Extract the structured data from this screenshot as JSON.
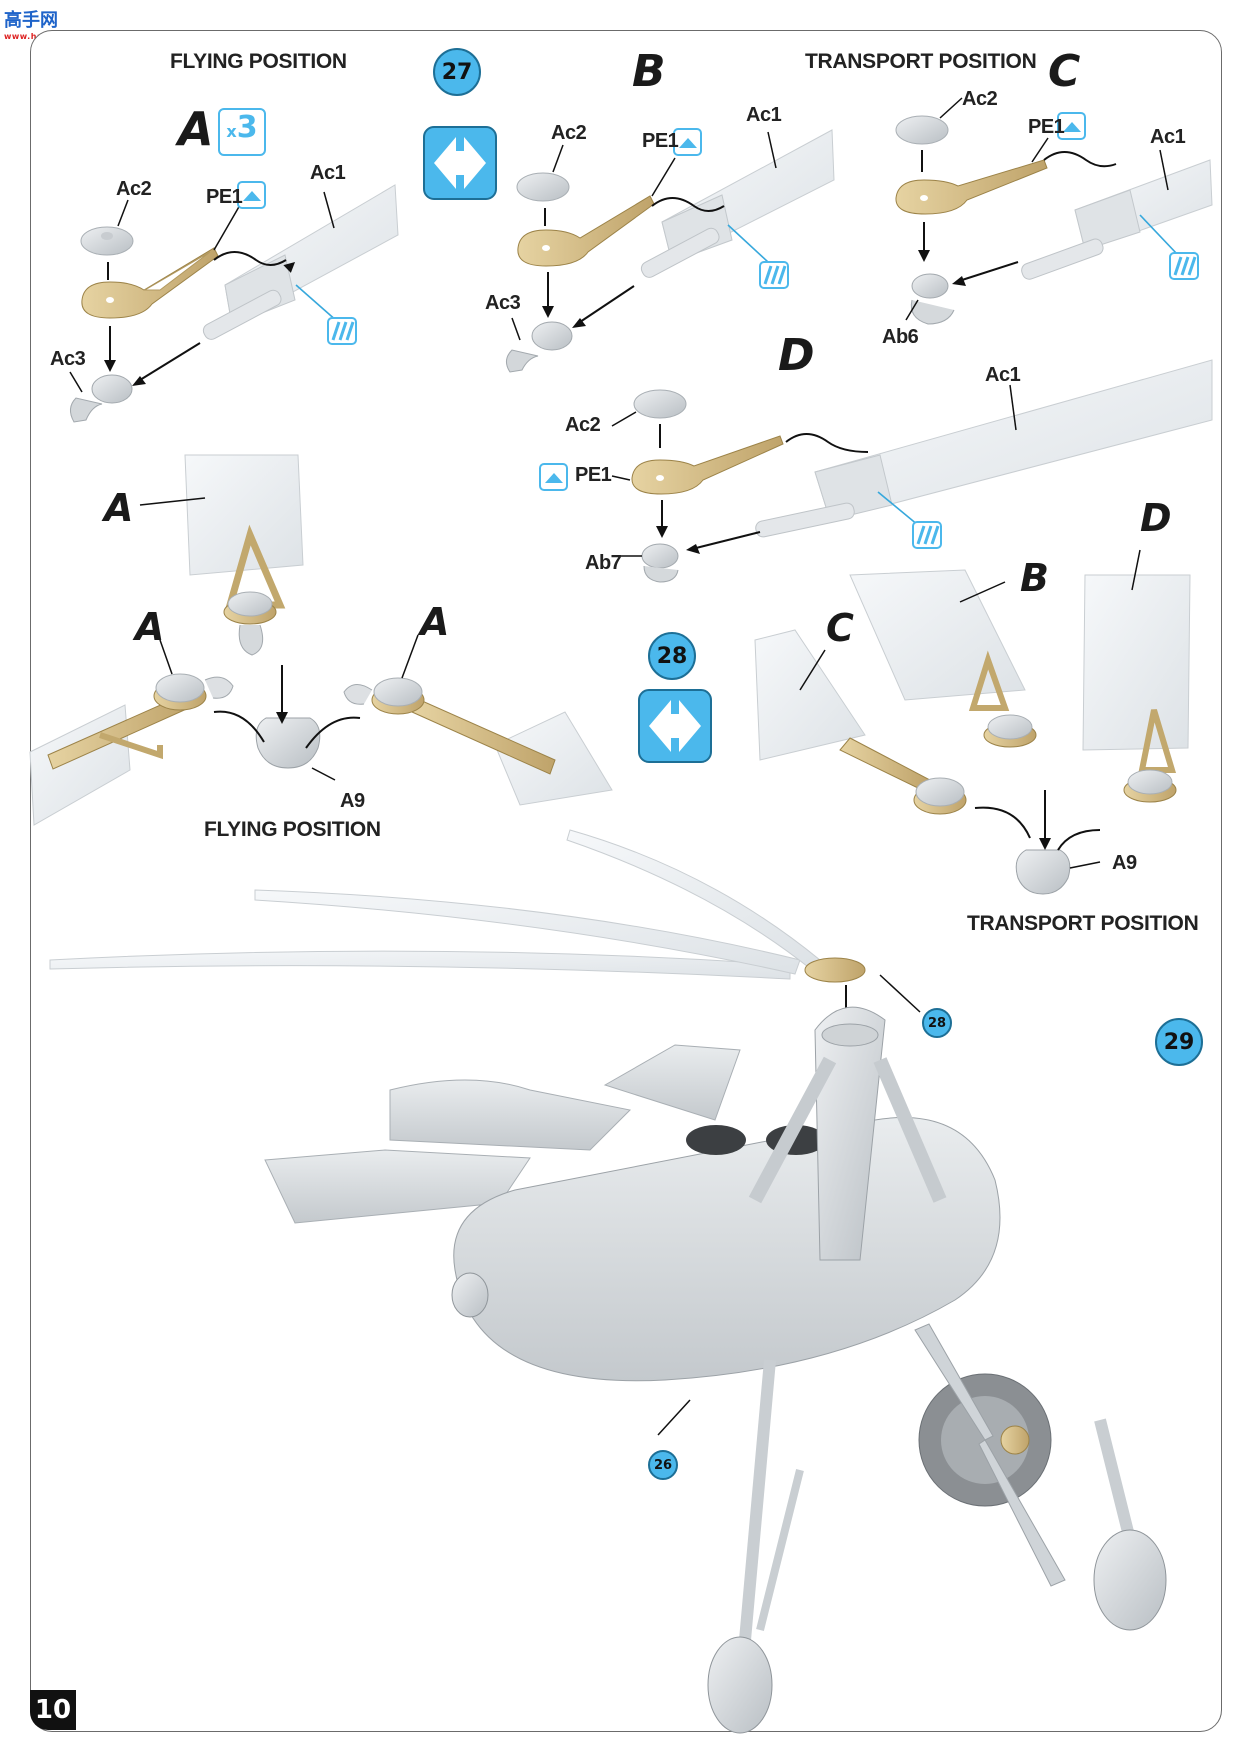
{
  "page": {
    "number": "10"
  },
  "watermark": {
    "text": "高手网",
    "sub": "www.hasha.com"
  },
  "steps": {
    "s27": "27",
    "s28": "28",
    "s29": "29",
    "c28": "28",
    "c26": "26"
  },
  "headings": {
    "flying_top": "FLYING POSITION",
    "transport_top": "TRANSPORT POSITION",
    "flying_bottom": "FLYING POSITION",
    "transport_bottom": "TRANSPORT POSITION"
  },
  "variants": {
    "a": "A",
    "b": "B",
    "c": "C",
    "d": "D",
    "multiplier": "3",
    "multiplier_prefix": "x"
  },
  "parts": {
    "ac1": "Ac1",
    "ac2": "Ac2",
    "ac3": "Ac3",
    "pe1": "PE1",
    "ab6": "Ab6",
    "ab7": "Ab7",
    "a9": "A9"
  },
  "icons": {
    "symmetry": "symmetry-arrows-icon",
    "photo_etch": "photo-etch-icon",
    "paint": "paint-stripe-icon"
  },
  "colors": {
    "accent_blue": "#4bb8ec",
    "brass": "#d8c28c",
    "plastic_grey": "#d6dadd",
    "blade_white": "#eef2f5",
    "line_blue": "#37a8dc"
  }
}
